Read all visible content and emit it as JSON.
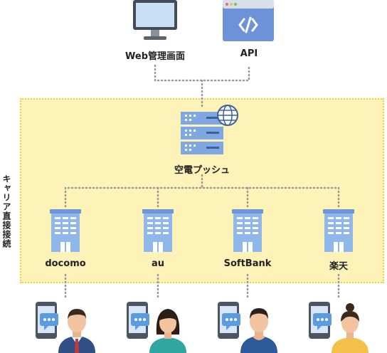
{
  "top_sources": [
    {
      "label": "Web管理画面",
      "icon": "monitor-icon"
    },
    {
      "label": "API",
      "icon": "code-window-icon"
    }
  ],
  "server": {
    "label": "空電プッシュ",
    "icon": "server-globe-icon"
  },
  "carrier_zone_label": "キャリア直接接続",
  "carriers": [
    {
      "label": "docomo",
      "icon": "building-icon"
    },
    {
      "label": "au",
      "icon": "building-icon"
    },
    {
      "label": "SoftBank",
      "icon": "building-icon"
    },
    {
      "label": "楽天",
      "icon": "building-icon"
    }
  ],
  "users": [
    {
      "icon": "man-phone-icon"
    },
    {
      "icon": "woman-phone-icon"
    },
    {
      "icon": "man-phone-icon"
    },
    {
      "icon": "woman-phone-icon"
    }
  ],
  "colors": {
    "zone_fill": "#fdf3b8",
    "zone_border": "#f1d24a",
    "building": "#8fb7ea",
    "server": "#7fa8e2",
    "api_window": "#6e92d8",
    "connector": "#999999"
  }
}
